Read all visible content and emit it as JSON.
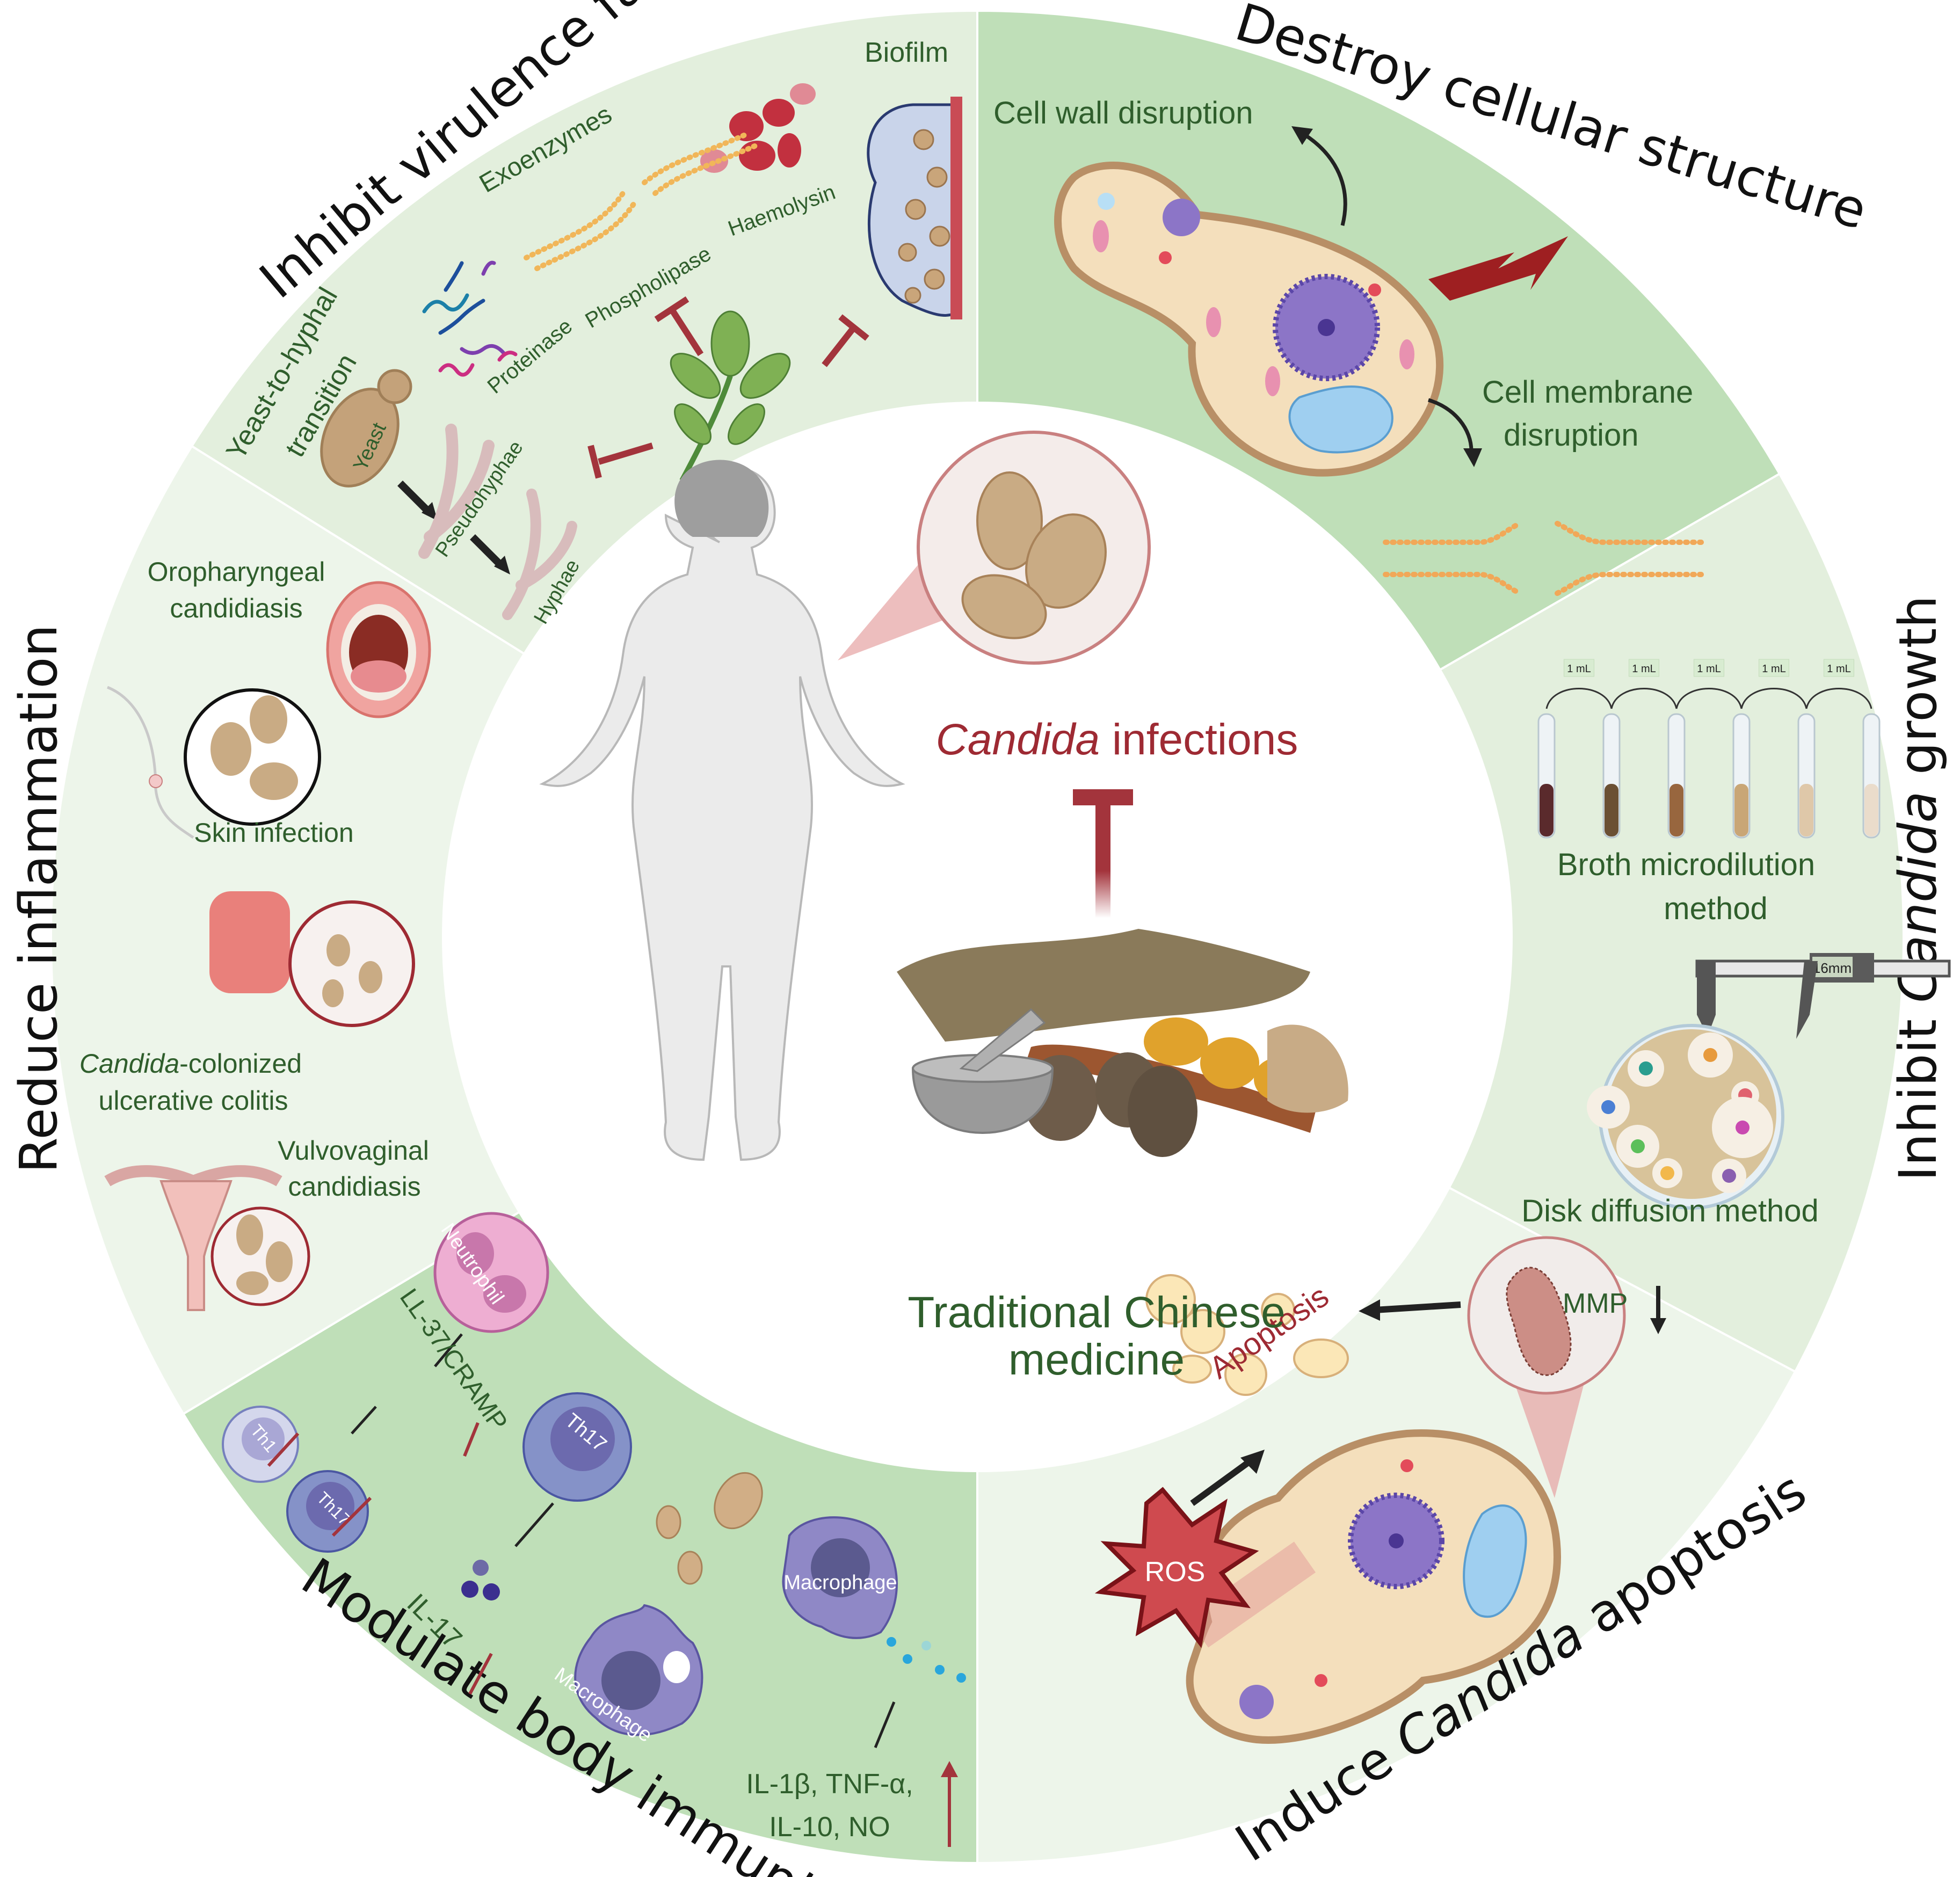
{
  "colors": {
    "segment_dark": "#bfdfb8",
    "segment_mid": "#e3efdd",
    "segment_light": "#edf5ea",
    "text_green": "#2f5e2c",
    "accent_red": "#9e2a33",
    "inhibitor_red": "#a3343c"
  },
  "center": {
    "infection_title_italic": "Candida",
    "infection_title_rest": " infections",
    "tcm_line1": "Traditional Chinese",
    "tcm_line2": "medicine",
    "icons": [
      "female-body-icon",
      "candida-yeast-magnifier-icon",
      "inhibition-t-bar-icon",
      "herbal-medicine-mortar-icon"
    ]
  },
  "segments": [
    {
      "id": "inhibit-virulence",
      "title": "Inhibit virulence factors",
      "labels": {
        "biofilm": "Biofilm",
        "exoenzymes": "Exoenzymes",
        "proteinase": "Proteinase",
        "phospholipase": "Phospholipase",
        "haemolysin": "Haemolysin",
        "transition_line1": "Yeast-to-hyphal",
        "transition_line2": "transition",
        "yeast": "Yeast",
        "pseudohyphae": "Pseudohyphae",
        "hyphae": "Hyphae"
      }
    },
    {
      "id": "destroy-structure",
      "title": "Destroy cellular structure",
      "labels": {
        "cell_wall": "Cell wall disruption",
        "membrane_line1": "Cell membrane",
        "membrane_line2": "disruption"
      }
    },
    {
      "id": "inhibit-growth",
      "title_pre": "Inhibit ",
      "title_italic": "Candida",
      "title_post": " growth",
      "labels": {
        "transfer": [
          "1 mL",
          "1 mL",
          "1 mL",
          "1 mL",
          "1 mL"
        ],
        "tube_colors": [
          "#5a2a2c",
          "#6b5034",
          "#98663e",
          "#c9a676",
          "#dfc8a9",
          "#eadccb"
        ],
        "broth_line1": "Broth microdilution",
        "broth_line2": "method",
        "caliper_reading": "16mm",
        "disk": "Disk diffusion method",
        "disk_colors": [
          "#2a9d8f",
          "#e79a3c",
          "#4a7fd4",
          "#e0626f",
          "#5cbf5a",
          "#c94ab0",
          "#f2b84b",
          "#8a5fb0"
        ]
      }
    },
    {
      "id": "induce-apoptosis",
      "title_pre": "Induce ",
      "title_italic": "Candida",
      "title_post": " apoptosis",
      "labels": {
        "apoptosis": "Apoptosis",
        "ros": "ROS",
        "mmp": "MMP"
      }
    },
    {
      "id": "modulate-immunity",
      "title": "Modulate body immunity",
      "labels": {
        "neutrophil": "Neutrophil",
        "ll37": "LL-37/CRAMP",
        "th1": "Th1",
        "th17_a": "Th17",
        "th17_b": "Th17",
        "il17": "IL-17",
        "macrophage_a": "Macrophage",
        "macrophage_b": "Macrophage",
        "cytokines_line1": "IL-1β, TNF-α,",
        "cytokines_line2": "IL-10, NO"
      }
    },
    {
      "id": "reduce-inflammation",
      "title": "Reduce inflammation",
      "labels": {
        "oro_line1": "Oropharyngeal",
        "oro_line2": "candidiasis",
        "skin": "Skin infection",
        "colitis_italic": "Candida",
        "colitis_rest": "-colonized",
        "colitis_line2": "ulcerative colitis",
        "vvc_line1": "Vulvovaginal",
        "vvc_line2": "candidiasis"
      }
    }
  ]
}
